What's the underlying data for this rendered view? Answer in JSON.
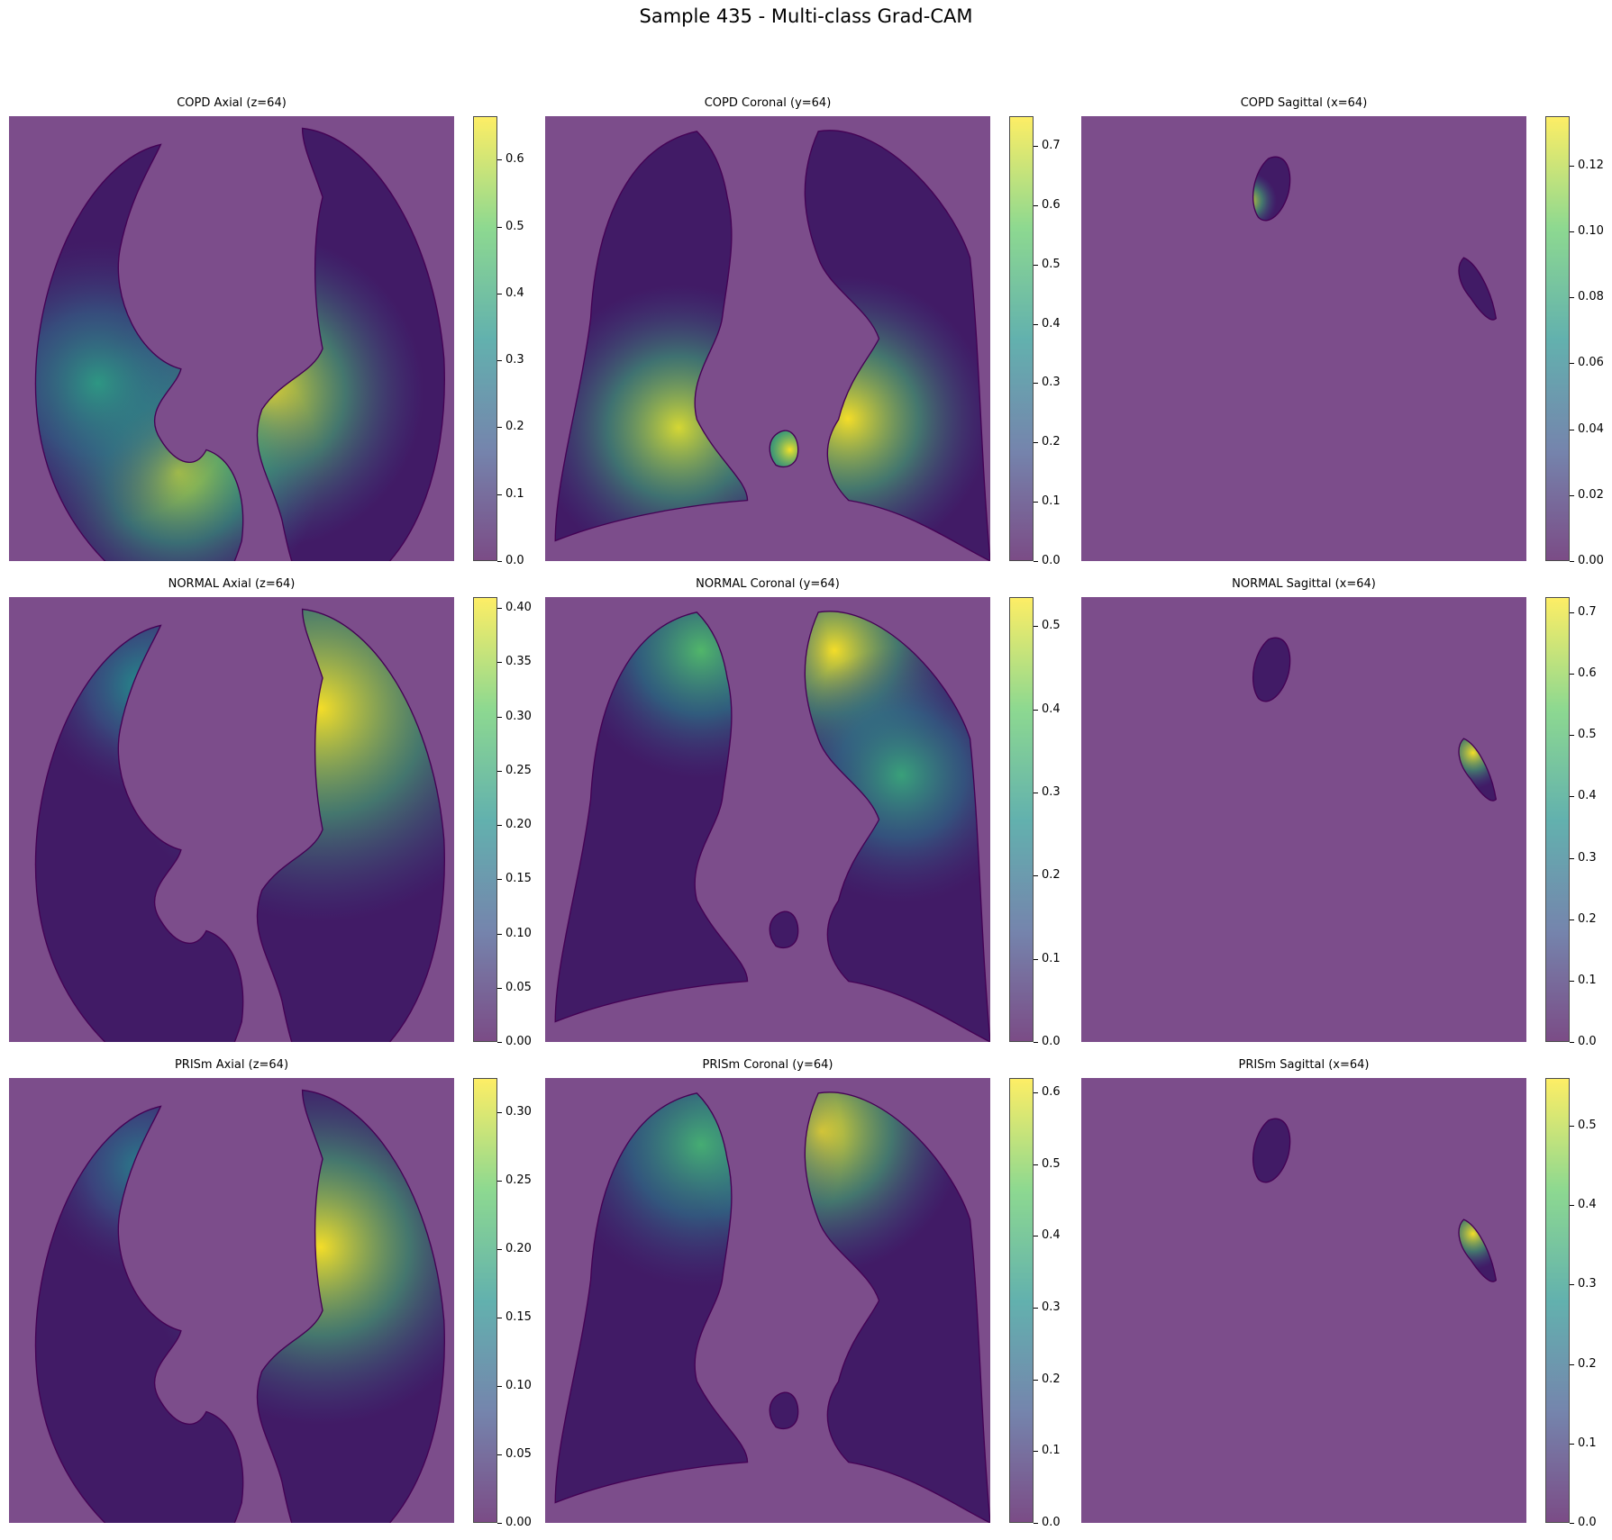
{
  "figure_title": "Sample 435 - Multi-class Grad-CAM",
  "colormap": [
    "#440154",
    "#3b528b",
    "#21918c",
    "#5ec962",
    "#fde725"
  ],
  "background_color": "#7c4d8b",
  "chart_data": {
    "type": "heatmap",
    "rows": [
      "COPD",
      "NORMAL",
      "PRISm"
    ],
    "columns": [
      "Axial",
      "Coronal",
      "Sagittal"
    ],
    "panels": [
      {
        "title": "COPD Axial (z=64)",
        "view": "axial",
        "vmin": 0.0,
        "vmax": 0.665,
        "ticks": [
          "0.0",
          "0.1",
          "0.2",
          "0.3",
          "0.4",
          "0.5",
          "0.6"
        ],
        "tick_values": [
          0,
          0.1,
          0.2,
          0.3,
          0.4,
          0.5,
          0.6
        ],
        "hotspots": [
          {
            "cx": 0.58,
            "cy": 0.62,
            "r": 0.22,
            "v": 1.0
          },
          {
            "cx": 0.38,
            "cy": 0.8,
            "r": 0.2,
            "v": 0.9
          },
          {
            "cx": 0.2,
            "cy": 0.6,
            "r": 0.2,
            "v": 0.55
          }
        ]
      },
      {
        "title": "COPD Coronal (y=64)",
        "view": "coronal",
        "vmin": 0.0,
        "vmax": 0.75,
        "ticks": [
          "0.0",
          "0.1",
          "0.2",
          "0.3",
          "0.4",
          "0.5",
          "0.6",
          "0.7"
        ],
        "tick_values": [
          0,
          0.1,
          0.2,
          0.3,
          0.4,
          0.5,
          0.6,
          0.7
        ],
        "hotspots": [
          {
            "cx": 0.68,
            "cy": 0.68,
            "r": 0.2,
            "v": 1.0
          },
          {
            "cx": 0.3,
            "cy": 0.7,
            "r": 0.2,
            "v": 0.95
          },
          {
            "cx": 0.55,
            "cy": 0.75,
            "r": 0.05,
            "v": 1.0
          }
        ]
      },
      {
        "title": "COPD Sagittal (x=64)",
        "view": "sagittal",
        "vmin": 0.0,
        "vmax": 0.135,
        "ticks": [
          "0.00",
          "0.02",
          "0.04",
          "0.06",
          "0.08",
          "0.10",
          "0.12"
        ],
        "tick_values": [
          0,
          0.02,
          0.04,
          0.06,
          0.08,
          0.1,
          0.12
        ],
        "hotspots": [
          {
            "cx": 0.375,
            "cy": 0.19,
            "r": 0.04,
            "v": 1.0
          }
        ]
      },
      {
        "title": "NORMAL Axial (z=64)",
        "view": "axial",
        "vmin": 0.0,
        "vmax": 0.41,
        "ticks": [
          "0.00",
          "0.05",
          "0.10",
          "0.15",
          "0.20",
          "0.25",
          "0.30",
          "0.35",
          "0.40"
        ],
        "tick_values": [
          0,
          0.05,
          0.1,
          0.15,
          0.2,
          0.25,
          0.3,
          0.35,
          0.4
        ],
        "hotspots": [
          {
            "cx": 0.7,
            "cy": 0.25,
            "r": 0.3,
            "v": 1.0
          },
          {
            "cx": 0.3,
            "cy": 0.2,
            "r": 0.15,
            "v": 0.5
          }
        ]
      },
      {
        "title": "NORMAL Coronal (y=64)",
        "view": "coronal",
        "vmin": 0.0,
        "vmax": 0.535,
        "ticks": [
          "0.0",
          "0.1",
          "0.2",
          "0.3",
          "0.4",
          "0.5"
        ],
        "tick_values": [
          0,
          0.1,
          0.2,
          0.3,
          0.4,
          0.5
        ],
        "hotspots": [
          {
            "cx": 0.65,
            "cy": 0.12,
            "r": 0.18,
            "v": 1.0
          },
          {
            "cx": 0.35,
            "cy": 0.12,
            "r": 0.18,
            "v": 0.7
          },
          {
            "cx": 0.8,
            "cy": 0.4,
            "r": 0.18,
            "v": 0.6
          }
        ]
      },
      {
        "title": "NORMAL Sagittal (x=64)",
        "view": "sagittal",
        "vmin": 0.0,
        "vmax": 0.725,
        "ticks": [
          "0.0",
          "0.1",
          "0.2",
          "0.3",
          "0.4",
          "0.5",
          "0.6",
          "0.7"
        ],
        "tick_values": [
          0,
          0.1,
          0.2,
          0.3,
          0.4,
          0.5,
          0.6,
          0.7
        ],
        "hotspots": [
          {
            "cx": 0.88,
            "cy": 0.35,
            "r": 0.05,
            "v": 1.0
          }
        ]
      },
      {
        "title": "PRISm Axial (z=64)",
        "view": "axial",
        "vmin": 0.0,
        "vmax": 0.325,
        "ticks": [
          "0.00",
          "0.05",
          "0.10",
          "0.15",
          "0.20",
          "0.25",
          "0.30"
        ],
        "tick_values": [
          0,
          0.05,
          0.1,
          0.15,
          0.2,
          0.25,
          0.3
        ],
        "hotspots": [
          {
            "cx": 0.7,
            "cy": 0.38,
            "r": 0.25,
            "v": 1.0
          },
          {
            "cx": 0.3,
            "cy": 0.2,
            "r": 0.15,
            "v": 0.45
          }
        ]
      },
      {
        "title": "PRISm Coronal (y=64)",
        "view": "coronal",
        "vmin": 0.0,
        "vmax": 0.62,
        "ticks": [
          "0.0",
          "0.1",
          "0.2",
          "0.3",
          "0.4",
          "0.5",
          "0.6"
        ],
        "tick_values": [
          0,
          0.1,
          0.2,
          0.3,
          0.4,
          0.5,
          0.6
        ],
        "hotspots": [
          {
            "cx": 0.62,
            "cy": 0.12,
            "r": 0.2,
            "v": 1.0
          },
          {
            "cx": 0.35,
            "cy": 0.15,
            "r": 0.2,
            "v": 0.65
          }
        ]
      },
      {
        "title": "PRISm Sagittal (x=64)",
        "view": "sagittal",
        "vmin": 0.0,
        "vmax": 0.56,
        "ticks": [
          "0.0",
          "0.1",
          "0.2",
          "0.3",
          "0.4",
          "0.5"
        ],
        "tick_values": [
          0,
          0.1,
          0.2,
          0.3,
          0.4,
          0.5
        ],
        "hotspots": [
          {
            "cx": 0.88,
            "cy": 0.35,
            "r": 0.05,
            "v": 1.0
          }
        ]
      }
    ]
  }
}
